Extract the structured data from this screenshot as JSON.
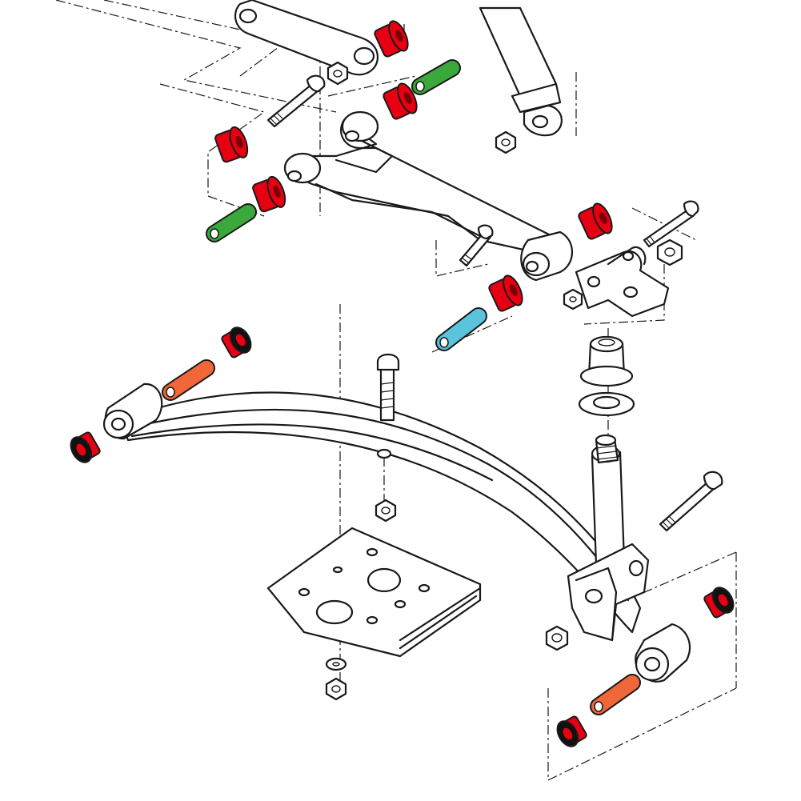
{
  "colors": {
    "line": "#1a1a1a",
    "bushing_red": "#e60012",
    "sleeve_green": "#3aa83a",
    "sleeve_blue": "#5bc3dc",
    "sleeve_orange": "#f0673a",
    "background": "#ffffff"
  },
  "parts": {
    "upper_red_bushings": 6,
    "upper_green_sleeves": 2,
    "blue_sleeve": 1,
    "leaf_red_bushings": 4,
    "leaf_orange_sleeves": 2
  }
}
